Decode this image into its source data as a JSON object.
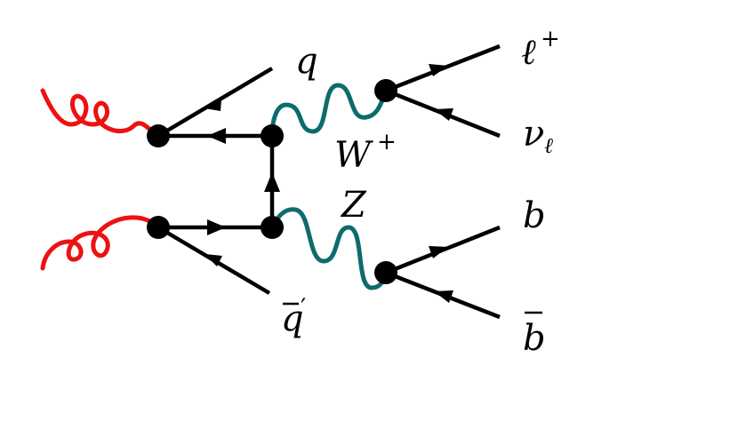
{
  "diagram": {
    "labels": {
      "q": "q",
      "qbar_prime_base": "q",
      "qbar_prime_mark": "′",
      "W_base": "W",
      "W_charge": "+",
      "Z": "Z",
      "lepton_base": "ℓ",
      "lepton_charge": "+",
      "nu_base": "ν",
      "nu_sub": "ℓ",
      "b": "b",
      "bbar": "b"
    },
    "colors": {
      "fermion": "#000000",
      "gluon": "#ee1111",
      "boson": "#0e6b6b",
      "vertex": "#000000"
    }
  }
}
